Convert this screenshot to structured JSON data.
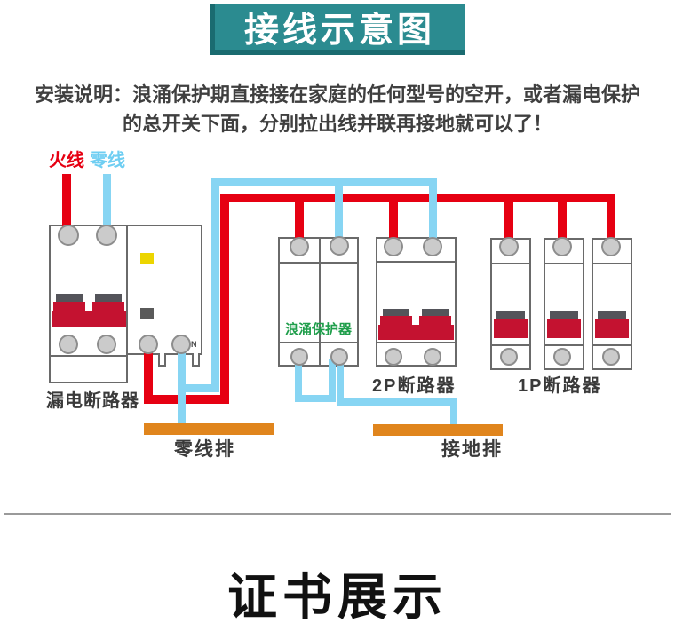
{
  "banner": {
    "title": "接线示意图",
    "background_color": "#2b8b90",
    "shadow_color": "#1a6b70",
    "text_color": "#ffffff"
  },
  "instructions": {
    "line1": "安装说明：浪涌保护期直接接在家庭的任何型号的空开，或者漏电保护",
    "line2": "的总开关下面，分别拉出线并联再接地就可以了！"
  },
  "diagram": {
    "labels": {
      "live": "火线",
      "neutral": "零线",
      "rcbo": "漏电断路器",
      "spd": "浪涌保护器",
      "breaker2p": "2P断路器",
      "breaker1p": "1P断路器",
      "neutral_bar": "零线排",
      "ground_bar": "接地排",
      "n_terminal": "N"
    },
    "colors": {
      "live_wire": "#e60012",
      "neutral_wire": "#87d5f3",
      "collector_bar": "#e0851d",
      "switch_red": "#c41230",
      "switch_cap": "#54545a",
      "indicator_yellow": "#ecd500",
      "indicator_gray": "#5a5a5a",
      "spd_label_green": "#1f9e4b",
      "live_label": "#e60012",
      "neutral_label": "#6fcef2"
    }
  },
  "footer": {
    "title": "证书展示"
  }
}
